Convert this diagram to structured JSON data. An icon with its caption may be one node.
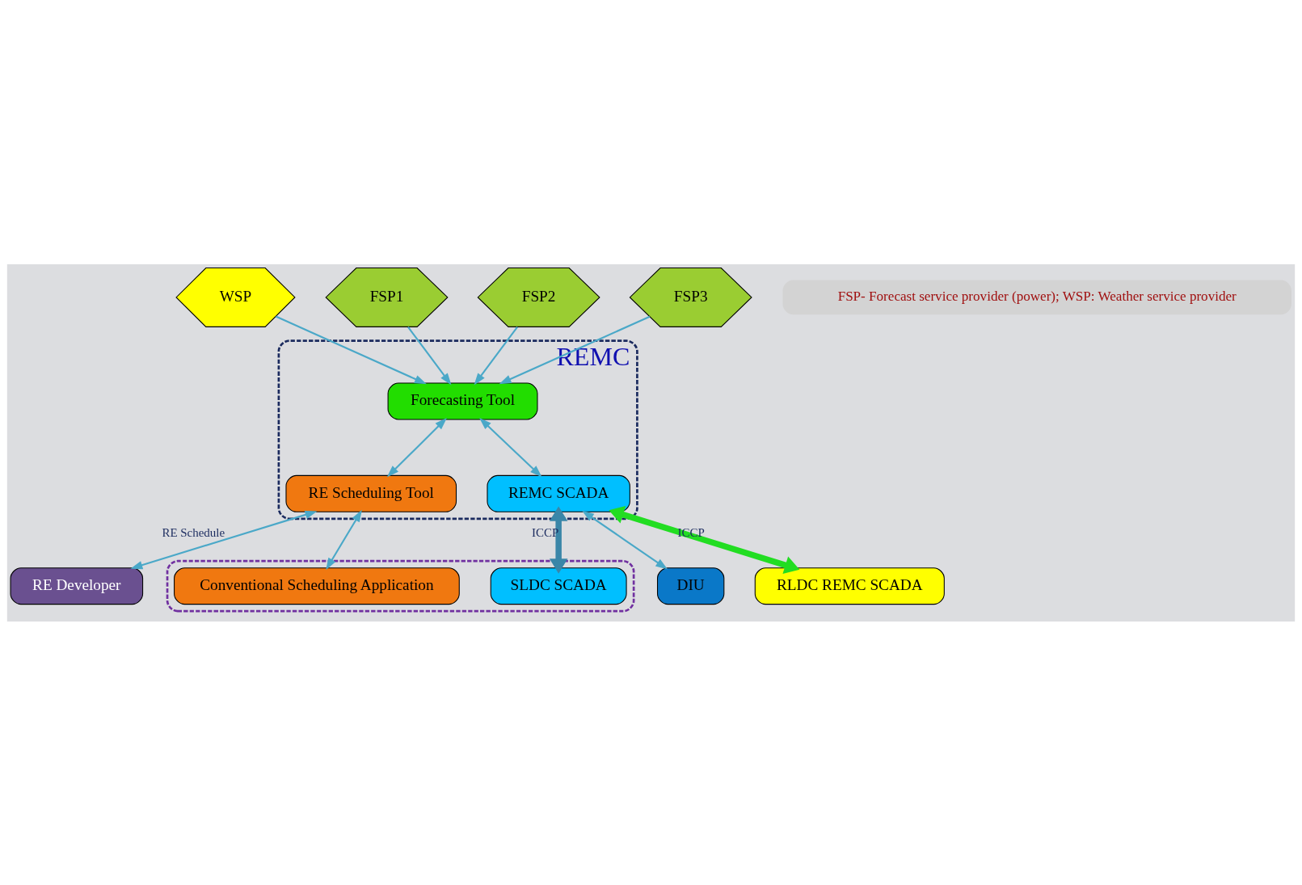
{
  "diagram": {
    "nodes": [
      {
        "text": [
          "WSP"
        ]
      },
      {
        "text": [
          "FSP1"
        ]
      },
      {
        "text": [
          "FSP2"
        ]
      },
      {
        "text": [
          "FSP3"
        ]
      },
      {
        "text": [
          "REMC"
        ]
      },
      {
        "text": [
          "Forecasting Tool"
        ],
        "in": 4
      },
      {
        "text": [
          "RE Scheduling Tool"
        ],
        "in": 4
      },
      {
        "text": [
          "REMC SCADA"
        ],
        "in": 4
      },
      {
        "text": [
          "RE Developer"
        ]
      },
      {
        "text": [],
        "shape": "box"
      },
      {
        "text": [
          "Conventional Scheduling Application"
        ],
        "in": 9
      },
      {
        "text": [
          "SLDC SCADA"
        ],
        "in": 9
      },
      {
        "text": [
          "DIU"
        ]
      },
      {
        "text": [
          "RLDC REMC SCADA"
        ]
      }
    ],
    "edges": [
      {
        "from": 0,
        "to": 5,
        "arrow": "to"
      },
      {
        "from": 1,
        "to": 5,
        "arrow": "to"
      },
      {
        "from": 2,
        "to": 5,
        "arrow": "to"
      },
      {
        "from": 3,
        "to": 5,
        "arrow": "to"
      },
      {
        "from": 5,
        "to": 6,
        "arrow": "both"
      },
      {
        "from": 5,
        "to": 7,
        "arrow": "both"
      },
      {
        "from": 6,
        "to": 8,
        "arrow": "both",
        "label": "RE Schedule"
      },
      {
        "from": 6,
        "to": 10,
        "arrow": "both"
      },
      {
        "from": 7,
        "to": 11,
        "arrow": "both",
        "label": "ICCP",
        "style": "thick",
        "color": "#3a86a8"
      },
      {
        "from": 7,
        "to": 13,
        "arrow": "both",
        "label": "ICCP",
        "style": "thick",
        "color": "#22dd22"
      },
      {
        "from": 7,
        "to": 12,
        "arrow": "both"
      }
    ],
    "labels": [
      "FSP- Forecast service provider (power); WSP: Weather service provider"
    ]
  }
}
